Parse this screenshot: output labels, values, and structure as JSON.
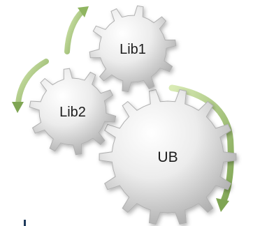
{
  "diagram": {
    "gears": [
      {
        "label": "Lib1"
      },
      {
        "label": "Lib2"
      },
      {
        "label": "UB"
      }
    ],
    "colors": {
      "gear_light": "#ffffff",
      "gear_mid": "#e4e4e4",
      "gear_dark": "#a9a9a9",
      "gear_outline": "#b0b0b0",
      "arrow_light": "#cfe3a7",
      "arrow_dark": "#84a957",
      "marker": "#1f3b5c"
    }
  }
}
